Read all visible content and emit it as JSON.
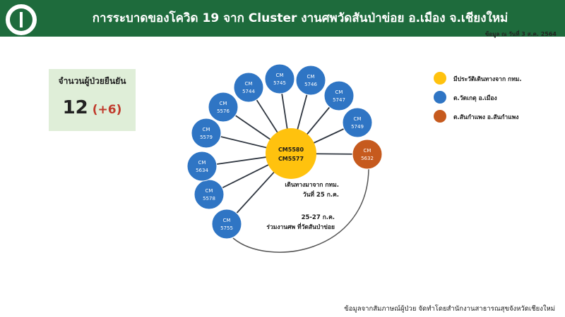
{
  "header": {
    "title": "การระบาดของโควิด 19 จาก Cluster งานศพวัดสันป่าข่อย อ.เมือง จ.เชียงใหม่",
    "date": "ข้อมูล ณ วันที่ 3 ส.ค. 2564",
    "logo_icon": "ministry-of-public-health-logo"
  },
  "summary": {
    "label": "จำนวนผู้ป่วยยืนยัน",
    "count": "12",
    "delta": "(+6)"
  },
  "network": {
    "hub": {
      "line1": "CM5580",
      "line2": "CM5577"
    },
    "hub_note": {
      "line1": "เดินทางมาจาก กทม.",
      "line2": "วันที่ 25 ก.ค."
    },
    "event_note": {
      "line1": "25-27 ก.ค.",
      "line2": "ร่วมงานศพ ที่วัดสันป่าข่อย"
    },
    "cases": [
      {
        "prefix": "CM",
        "id": "5755",
        "group": "blue"
      },
      {
        "prefix": "CM",
        "id": "5578",
        "group": "blue"
      },
      {
        "prefix": "CM",
        "id": "5634",
        "group": "blue"
      },
      {
        "prefix": "CM",
        "id": "5579",
        "group": "blue"
      },
      {
        "prefix": "CM",
        "id": "5576",
        "group": "blue"
      },
      {
        "prefix": "CM",
        "id": "5744",
        "group": "blue"
      },
      {
        "prefix": "CM",
        "id": "5745",
        "group": "blue"
      },
      {
        "prefix": "CM",
        "id": "5746",
        "group": "blue"
      },
      {
        "prefix": "CM",
        "id": "5747",
        "group": "blue"
      },
      {
        "prefix": "CM",
        "id": "5749",
        "group": "blue"
      },
      {
        "prefix": "CM",
        "id": "5632",
        "group": "orange"
      }
    ]
  },
  "legend": [
    {
      "label": "มีประวัติเดินทางจาก กทม.",
      "color": "#ffc20e"
    },
    {
      "label": "ต.วัดเกตุ อ.เมือง",
      "color": "#2f75c4"
    },
    {
      "label": "ต.สันกำแพง อ.สันกำแพง",
      "color": "#c65a1e"
    }
  ],
  "colors": {
    "hub": "#ffc20e",
    "blue": "#2f75c4",
    "orange": "#c65a1e",
    "header": "#1e6b3c"
  },
  "footer": "ข้อมูลจากสัมภาษณ์ผู้ป่วย จัดทำโดยสำนักงานสาธารณสุขจังหวัดเชียงใหม่"
}
